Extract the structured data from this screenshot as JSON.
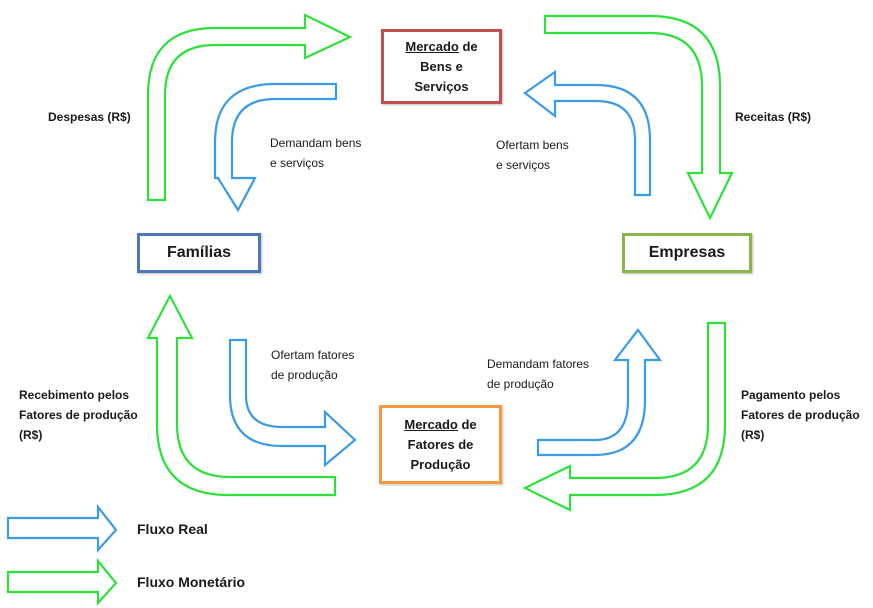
{
  "colors": {
    "real_flow": "#3a9be8",
    "monetary_flow": "#2ee03a",
    "families_border": "#4a78b8",
    "firms_border": "#8ab54a",
    "goods_market_border": "#c0504d",
    "factors_market_border": "#f59a40"
  },
  "nodes": {
    "goods_market": {
      "underlined": "Mercado",
      "line1_rest": " de",
      "line2": "Bens e",
      "line3": "Serviços"
    },
    "factors_market": {
      "underlined": "Mercado",
      "line1_rest": " de",
      "line2": "Fatores de",
      "line3": "Produção"
    },
    "families": {
      "label": "Famílias"
    },
    "firms": {
      "label": "Empresas"
    }
  },
  "flow_labels": {
    "expenses": "Despesas (R$)",
    "revenues": "Receitas (R$)",
    "demand_goods": [
      "Demandam bens",
      "e serviços"
    ],
    "offer_goods": [
      "Ofertam bens",
      "e serviços"
    ],
    "offer_factors": [
      "Ofertam fatores",
      "de produção"
    ],
    "demand_factors": [
      "Demandam fatores",
      "de produção"
    ],
    "factor_income": [
      "Recebimento pelos",
      "Fatores de produção",
      "(R$)"
    ],
    "factor_payment": [
      "Pagamento pelos",
      "Fatores de produção",
      "(R$)"
    ]
  },
  "legend": {
    "real": "Fluxo Real",
    "monetary": "Fluxo Monetário"
  }
}
